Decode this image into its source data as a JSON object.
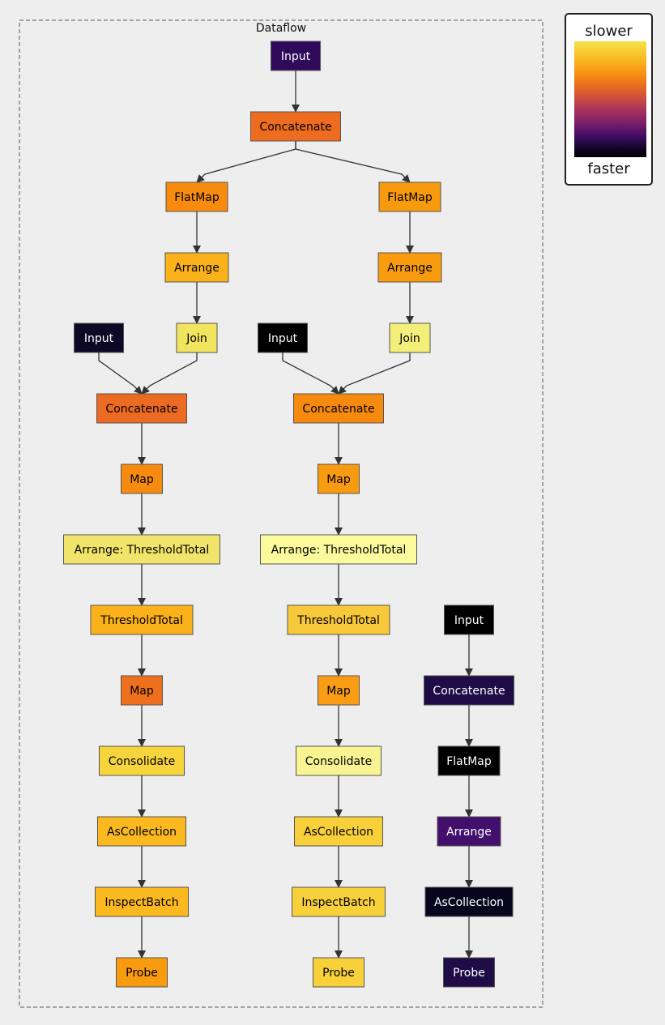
{
  "cluster": {
    "label": "Dataflow"
  },
  "legend": {
    "top_label": "slower",
    "bottom_label": "faster"
  },
  "nodes": [
    {
      "id": "n0",
      "label": "Input",
      "fill": "#2f0a5b",
      "text": "#ffffff"
    },
    {
      "id": "n1",
      "label": "Concatenate",
      "fill": "#ee6c1f",
      "text": "#000000"
    },
    {
      "id": "n2",
      "label": "FlatMap",
      "fill": "#f78b0d",
      "text": "#000000"
    },
    {
      "id": "n3",
      "label": "FlatMap",
      "fill": "#f89a0d",
      "text": "#000000"
    },
    {
      "id": "n4",
      "label": "Arrange",
      "fill": "#fbb11a",
      "text": "#000000"
    },
    {
      "id": "n5",
      "label": "Arrange",
      "fill": "#f99b0e",
      "text": "#000000"
    },
    {
      "id": "n6",
      "label": "Input",
      "fill": "#0d0826",
      "text": "#ffffff"
    },
    {
      "id": "n7",
      "label": "Join",
      "fill": "#f1e45e",
      "text": "#000000"
    },
    {
      "id": "n8",
      "label": "Input",
      "fill": "#000000",
      "text": "#ffffff"
    },
    {
      "id": "n9",
      "label": "Join",
      "fill": "#f4ee7a",
      "text": "#000000"
    },
    {
      "id": "n10",
      "label": "Concatenate",
      "fill": "#ec6a21",
      "text": "#000000"
    },
    {
      "id": "n11",
      "label": "Concatenate",
      "fill": "#f68a0f",
      "text": "#000000"
    },
    {
      "id": "n12",
      "label": "Map",
      "fill": "#f78b0f",
      "text": "#000000"
    },
    {
      "id": "n13",
      "label": "Map",
      "fill": "#f99b10",
      "text": "#000000"
    },
    {
      "id": "n14",
      "label": "Arrange: ThresholdTotal",
      "fill": "#f1e46a",
      "text": "#000000"
    },
    {
      "id": "n15",
      "label": "Arrange: ThresholdTotal",
      "fill": "#fbfa9c",
      "text": "#000000"
    },
    {
      "id": "n16",
      "label": "ThresholdTotal",
      "fill": "#fbb11a",
      "text": "#000000"
    },
    {
      "id": "n17",
      "label": "ThresholdTotal",
      "fill": "#f8c83b",
      "text": "#000000"
    },
    {
      "id": "n18",
      "label": "Map",
      "fill": "#ee6f1c",
      "text": "#000000"
    },
    {
      "id": "n19",
      "label": "Map",
      "fill": "#f99e14",
      "text": "#000000"
    },
    {
      "id": "n20",
      "label": "Input",
      "fill": "#000000",
      "text": "#ffffff"
    },
    {
      "id": "n21",
      "label": "Consolidate",
      "fill": "#f6d53c",
      "text": "#000000"
    },
    {
      "id": "n22",
      "label": "Consolidate",
      "fill": "#f7f491",
      "text": "#000000"
    },
    {
      "id": "n23",
      "label": "Concatenate",
      "fill": "#1f0c47",
      "text": "#ffffff"
    },
    {
      "id": "n24",
      "label": "AsCollection",
      "fill": "#fbb81f",
      "text": "#000000"
    },
    {
      "id": "n25",
      "label": "AsCollection",
      "fill": "#f8d03a",
      "text": "#000000"
    },
    {
      "id": "n26",
      "label": "FlatMap",
      "fill": "#000000",
      "text": "#ffffff"
    },
    {
      "id": "n27",
      "label": "InspectBatch",
      "fill": "#fbb81f",
      "text": "#000000"
    },
    {
      "id": "n28",
      "label": "InspectBatch",
      "fill": "#f7d03a",
      "text": "#000000"
    },
    {
      "id": "n29",
      "label": "Arrange",
      "fill": "#420f6c",
      "text": "#ffffff"
    },
    {
      "id": "n30",
      "label": "Probe",
      "fill": "#f99b10",
      "text": "#000000"
    },
    {
      "id": "n31",
      "label": "Probe",
      "fill": "#f7d03a",
      "text": "#000000"
    },
    {
      "id": "n32",
      "label": "AsCollection",
      "fill": "#07051b",
      "text": "#ffffff"
    },
    {
      "id": "n33",
      "label": "Probe",
      "fill": "#1f0c47",
      "text": "#ffffff"
    }
  ],
  "edges": [
    [
      "n0",
      "n1"
    ],
    [
      "n1",
      "n2"
    ],
    [
      "n1",
      "n3"
    ],
    [
      "n2",
      "n4"
    ],
    [
      "n3",
      "n5"
    ],
    [
      "n4",
      "n7"
    ],
    [
      "n5",
      "n9"
    ],
    [
      "n6",
      "n10"
    ],
    [
      "n7",
      "n10"
    ],
    [
      "n8",
      "n11"
    ],
    [
      "n9",
      "n11"
    ],
    [
      "n10",
      "n12"
    ],
    [
      "n11",
      "n13"
    ],
    [
      "n12",
      "n14"
    ],
    [
      "n13",
      "n15"
    ],
    [
      "n14",
      "n16"
    ],
    [
      "n15",
      "n17"
    ],
    [
      "n16",
      "n18"
    ],
    [
      "n17",
      "n19"
    ],
    [
      "n18",
      "n21"
    ],
    [
      "n19",
      "n22"
    ],
    [
      "n21",
      "n24"
    ],
    [
      "n22",
      "n25"
    ],
    [
      "n24",
      "n27"
    ],
    [
      "n25",
      "n28"
    ],
    [
      "n27",
      "n30"
    ],
    [
      "n28",
      "n31"
    ],
    [
      "n20",
      "n23"
    ],
    [
      "n23",
      "n26"
    ],
    [
      "n26",
      "n29"
    ],
    [
      "n29",
      "n32"
    ],
    [
      "n32",
      "n33"
    ]
  ]
}
